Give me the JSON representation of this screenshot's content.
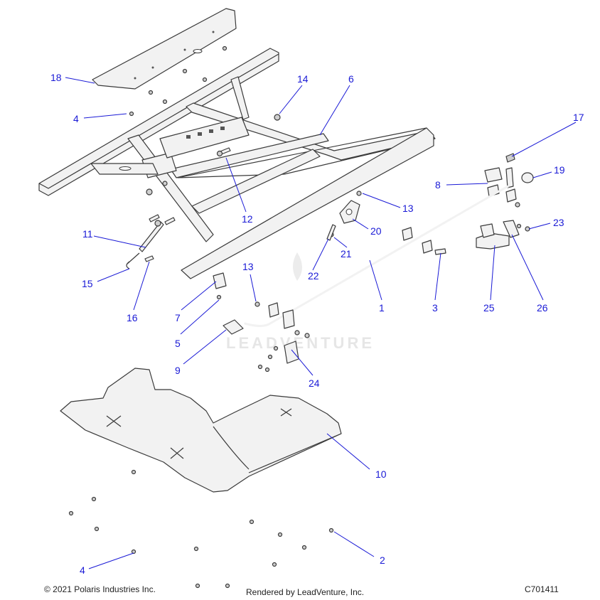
{
  "watermark": "LEADVENTURE",
  "footer": {
    "copyright": "© 2021 Polaris Industries Inc.",
    "rendered_by": "Rendered by LeadVenture, Inc.",
    "diagram_code": "C701411"
  },
  "callouts": [
    {
      "id": "c18",
      "label": "18"
    },
    {
      "id": "c4a",
      "label": "4"
    },
    {
      "id": "c14",
      "label": "14"
    },
    {
      "id": "c6",
      "label": "6"
    },
    {
      "id": "c17",
      "label": "17"
    },
    {
      "id": "c19",
      "label": "19"
    },
    {
      "id": "c8",
      "label": "8"
    },
    {
      "id": "c12",
      "label": "12"
    },
    {
      "id": "c13a",
      "label": "13"
    },
    {
      "id": "c11",
      "label": "11"
    },
    {
      "id": "c20",
      "label": "20"
    },
    {
      "id": "c23",
      "label": "23"
    },
    {
      "id": "c21",
      "label": "21"
    },
    {
      "id": "c15",
      "label": "15"
    },
    {
      "id": "c22",
      "label": "22"
    },
    {
      "id": "c13b",
      "label": "13"
    },
    {
      "id": "c7",
      "label": "7"
    },
    {
      "id": "c16",
      "label": "16"
    },
    {
      "id": "c1",
      "label": "1"
    },
    {
      "id": "c3",
      "label": "3"
    },
    {
      "id": "c25",
      "label": "25"
    },
    {
      "id": "c26",
      "label": "26"
    },
    {
      "id": "c5",
      "label": "5"
    },
    {
      "id": "c9",
      "label": "9"
    },
    {
      "id": "c24",
      "label": "24"
    },
    {
      "id": "c10",
      "label": "10"
    },
    {
      "id": "c2",
      "label": "2"
    },
    {
      "id": "c4b",
      "label": "4"
    }
  ]
}
